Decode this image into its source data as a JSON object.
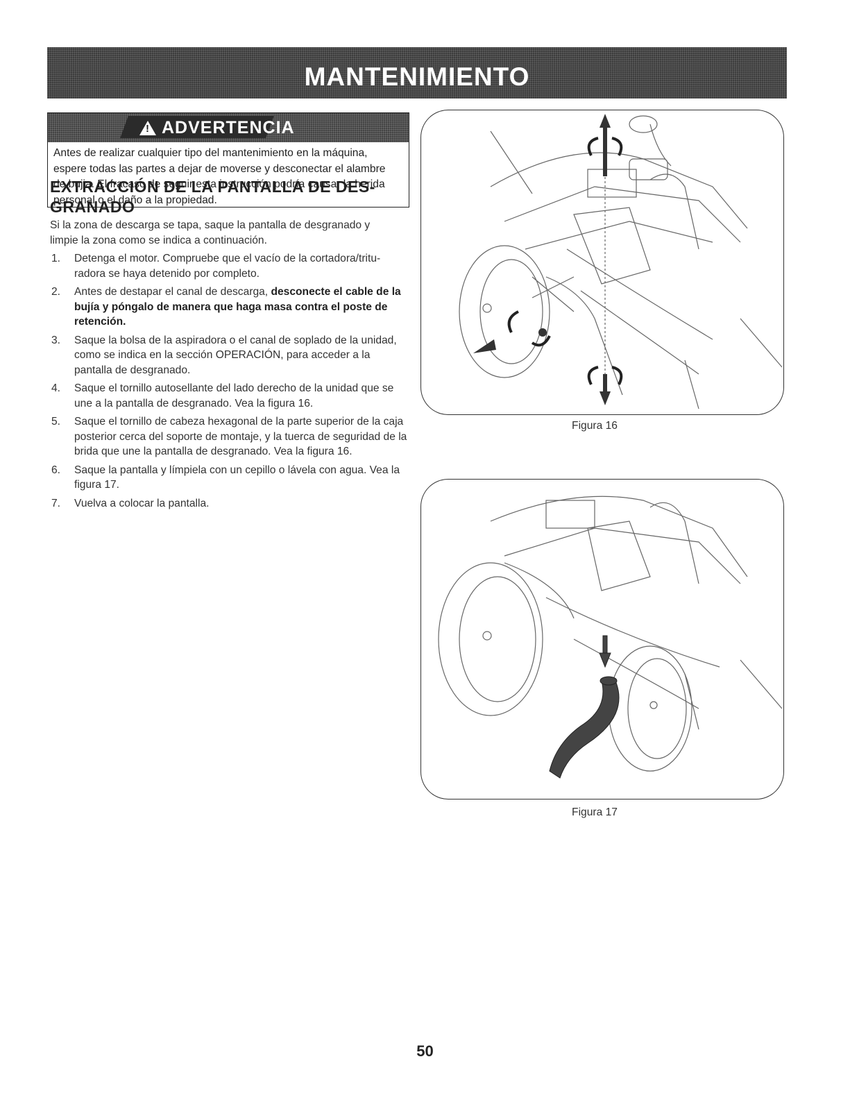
{
  "header": {
    "title": "MANTENIMIENTO"
  },
  "warning": {
    "title": "ADVERTENCIA",
    "lines": [
      "Antes de realizar cualquier tipo del mantenimiento en la máquina,",
      "espere todas las partes a dejar de moverse y desconectar el alambre",
      "de bujia. El fracaso de seguir esta instrucción podría causar la herida",
      "personal o el daño a la propiedad."
    ]
  },
  "section": {
    "heading_line1": "EXTRACCIÓN DE LA PANTALLA DE DES-",
    "heading_line2": "GRANADO",
    "intro_line1": "Si la zona de descarga se tapa, saque la pantalla de desgranado y",
    "intro_line2": "limpie la zona como se indica a continuación.",
    "steps": [
      {
        "num": "1.",
        "text": "Detenga el motor. Compruebe que el vacío de la cortadora/tritu- radora se haya detenido por completo."
      },
      {
        "num": "2.",
        "text_plain": "Antes de destapar el canal de descarga, ",
        "text_bold": "desconecte el cable de la bujía y póngalo de manera que haga masa contra el poste de retención."
      },
      {
        "num": "3.",
        "text": "Saque la bolsa de la aspiradora o el canal de soplado de la unidad, como se indica en la sección OPERACIÓN, para acceder a la pantalla de desgranado."
      },
      {
        "num": "4.",
        "text": "Saque el tornillo autosellante del lado derecho de la unidad que se une a la pantalla de desgranado. Vea la figura 16."
      },
      {
        "num": "5.",
        "text": "Saque el tornillo de cabeza hexagonal de la parte superior de la caja posterior cerca del soporte de montaje, y la tuerca de seguridad de la brida que une la pantalla de desgranado. Vea la figura 16."
      },
      {
        "num": "6.",
        "text": "Saque la pantalla y límpiela con un cepillo o lávela con agua. Vea la figura 17."
      },
      {
        "num": "7.",
        "text": "Vuelva a colocar la pantalla."
      }
    ]
  },
  "figures": {
    "fig16_caption": "Figura 16",
    "fig17_caption": "Figura 17"
  },
  "page_number": "50",
  "colors": {
    "banner": "#3d3d3d",
    "text": "#222222",
    "line_art": "#555555"
  }
}
